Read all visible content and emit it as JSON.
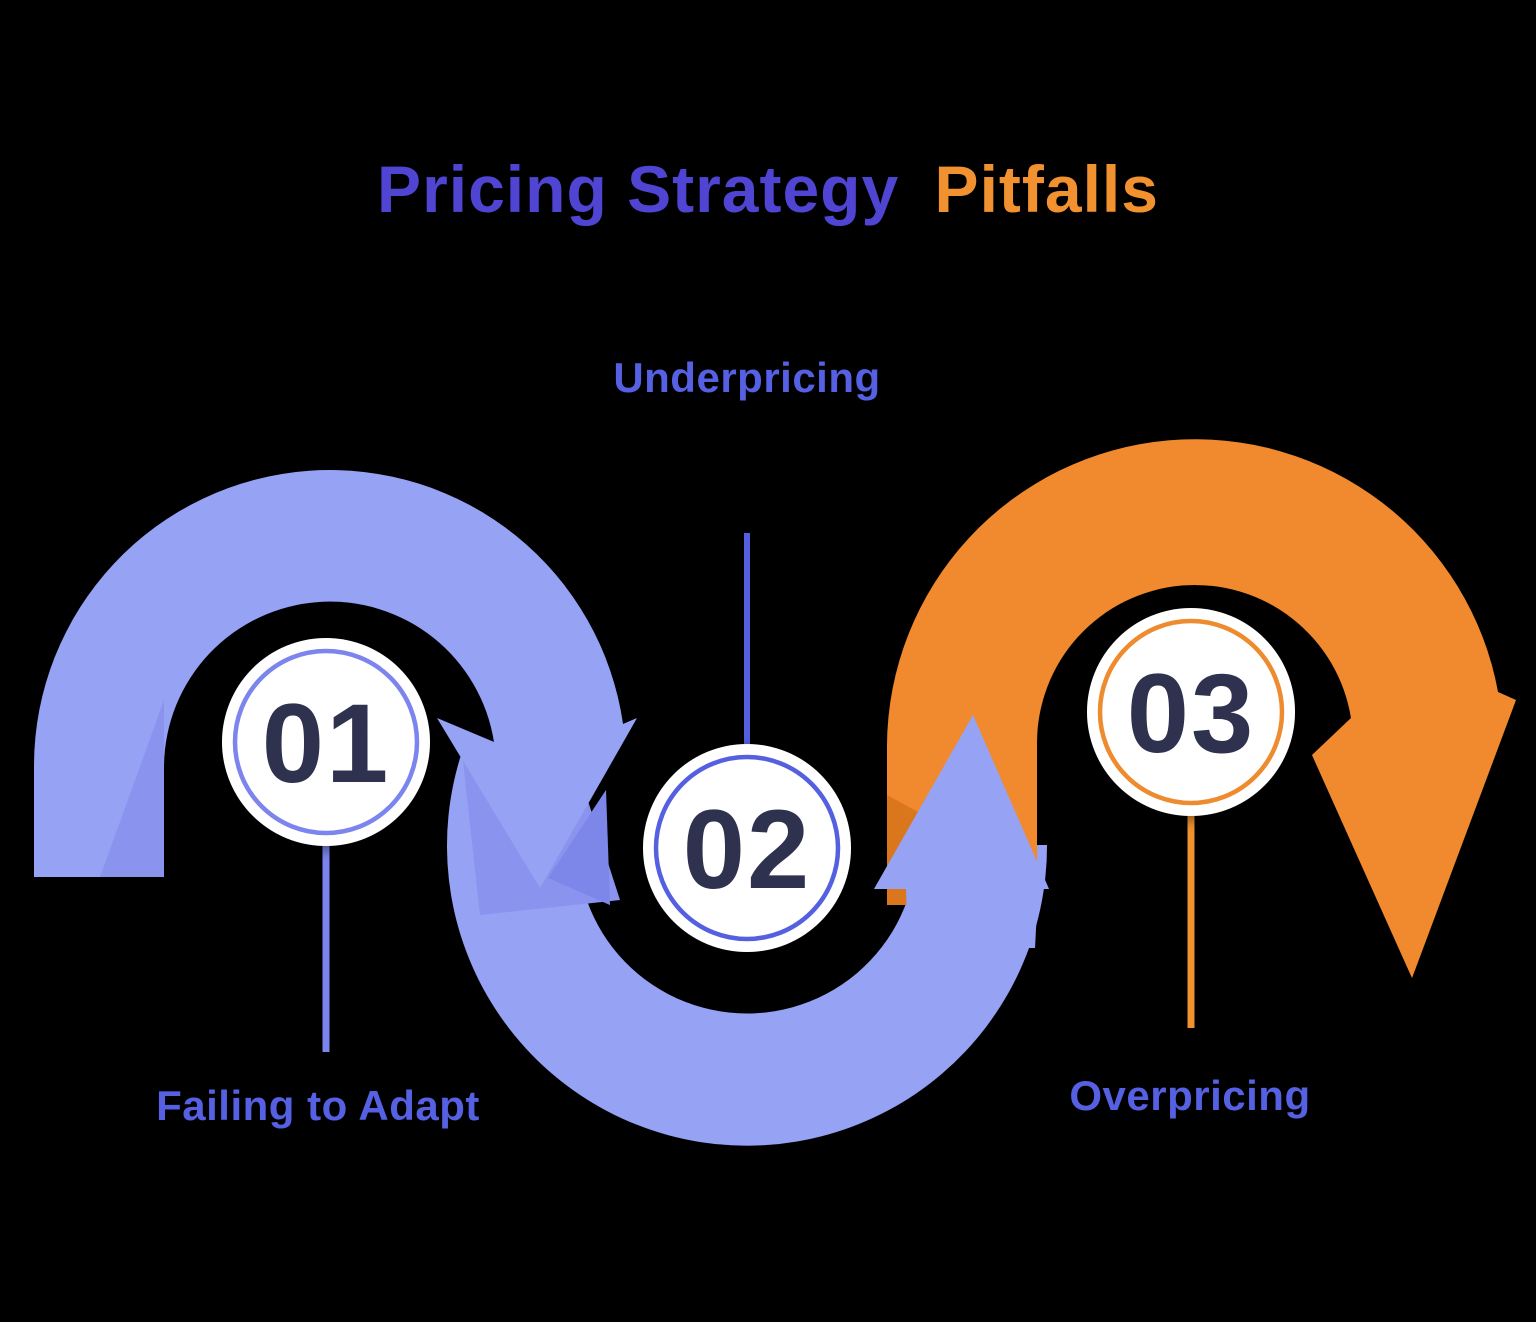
{
  "title": {
    "main": "Pricing Strategy",
    "accent": "Pitfalls"
  },
  "steps": [
    {
      "number": "01",
      "label": "Failing to Adapt"
    },
    {
      "number": "02",
      "label": "Underpricing"
    },
    {
      "number": "03",
      "label": "Overpricing"
    }
  ],
  "colors": {
    "background": "#000000",
    "title_main": "#4f45d2",
    "title_accent": "#f2912f",
    "label": "#5560e2",
    "number": "#2d3150",
    "arc_purple": "#96a2f3",
    "arc_purple_shade": "#8a94ee",
    "arc_purple_deep": "#7d87e9",
    "arc_orange": "#f18a2d",
    "arc_orange_shade": "#da771f",
    "circle_fill": "#ffffff",
    "ring_01": "#7b85ee",
    "ring_02": "#5560e0",
    "ring_03": "#ee8b2f",
    "line_01": "#7b85ee",
    "line_02": "#5560e0",
    "line_03": "#f0922e"
  }
}
